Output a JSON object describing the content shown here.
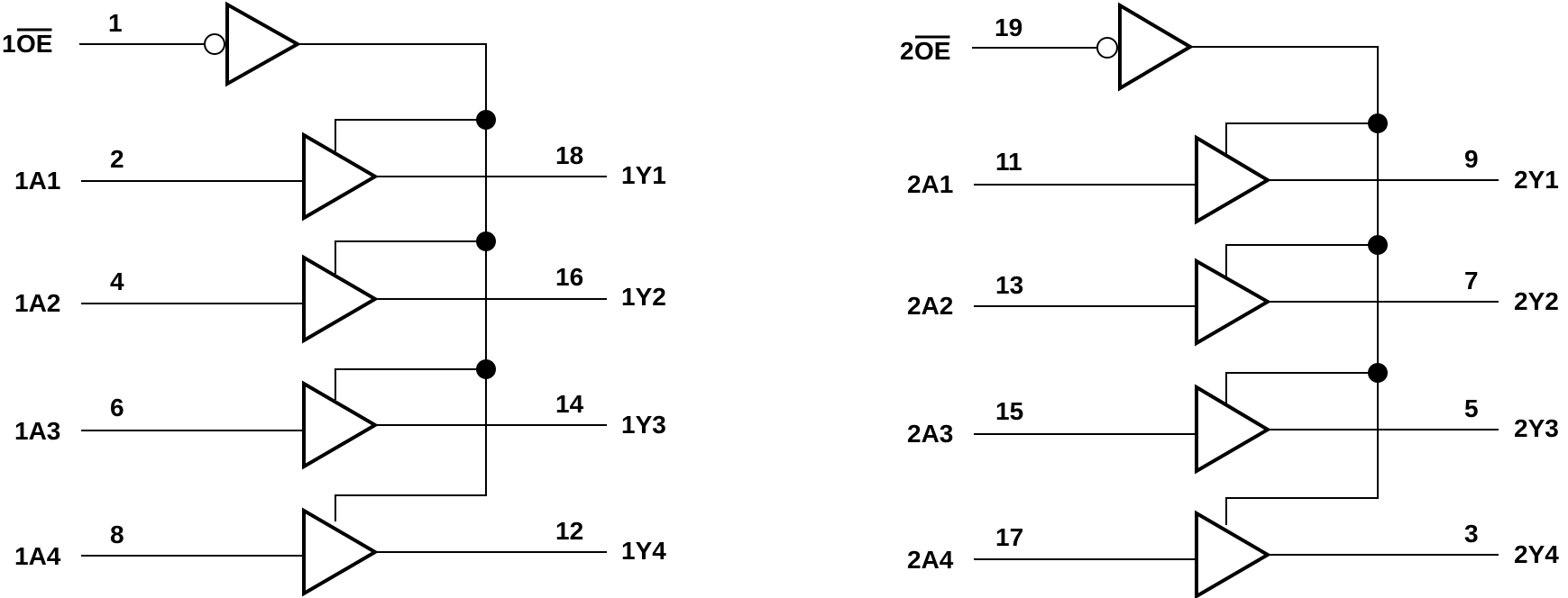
{
  "groups": [
    {
      "enable": {
        "prefix": "1",
        "bar_text": "OE",
        "pin": "1"
      },
      "channels": [
        {
          "input": "1A1",
          "input_pin": "2",
          "output": "1Y1",
          "output_pin": "18"
        },
        {
          "input": "1A2",
          "input_pin": "4",
          "output": "1Y2",
          "output_pin": "16"
        },
        {
          "input": "1A3",
          "input_pin": "6",
          "output": "1Y3",
          "output_pin": "14"
        },
        {
          "input": "1A4",
          "input_pin": "8",
          "output": "1Y4",
          "output_pin": "12"
        }
      ]
    },
    {
      "enable": {
        "prefix": "2",
        "bar_text": "OE",
        "pin": "19"
      },
      "channels": [
        {
          "input": "2A1",
          "input_pin": "11",
          "output": "2Y1",
          "output_pin": "9"
        },
        {
          "input": "2A2",
          "input_pin": "13",
          "output": "2Y2",
          "output_pin": "7"
        },
        {
          "input": "2A3",
          "input_pin": "15",
          "output": "2Y3",
          "output_pin": "5"
        },
        {
          "input": "2A4",
          "input_pin": "17",
          "output": "2Y4",
          "output_pin": "3"
        }
      ]
    }
  ]
}
